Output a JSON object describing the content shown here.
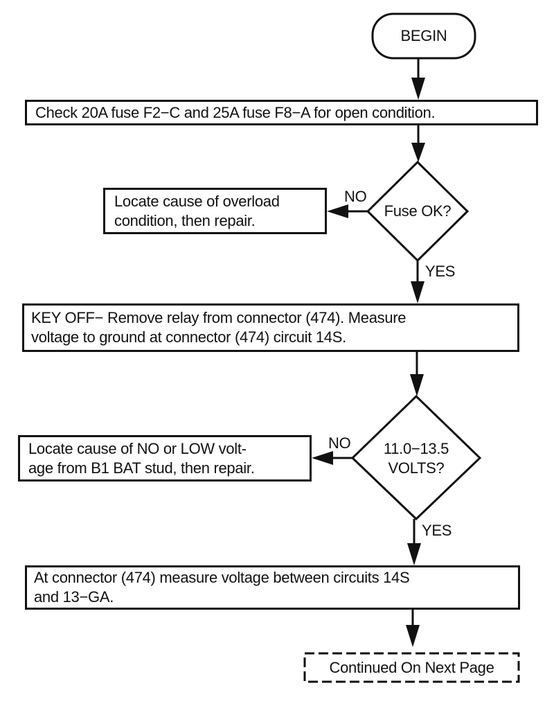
{
  "flowchart": {
    "begin": "BEGIN",
    "step1": "Check 20A fuse F2−C and 25A fuse F8−A for open condition.",
    "decision1": "Fuse OK?",
    "no_action1": {
      "line1": "Locate cause of overload",
      "line2": "condition, then repair."
    },
    "step2": {
      "line1": "KEY OFF− Remove relay from connector (474). Measure",
      "line2": "voltage to ground at connector (474) circuit 14S."
    },
    "decision2": {
      "line1": "11.0−13.5",
      "line2": "VOLTS?"
    },
    "no_action2": {
      "line1": "Locate cause of NO or LOW volt-",
      "line2": "age from B1 BAT stud, then repair."
    },
    "step3": {
      "line1": "At connector (474) measure voltage between circuits 14S",
      "line2": "and 13−GA."
    },
    "continued": "Continued On Next Page",
    "labels": {
      "no": "NO",
      "yes": "YES"
    }
  }
}
